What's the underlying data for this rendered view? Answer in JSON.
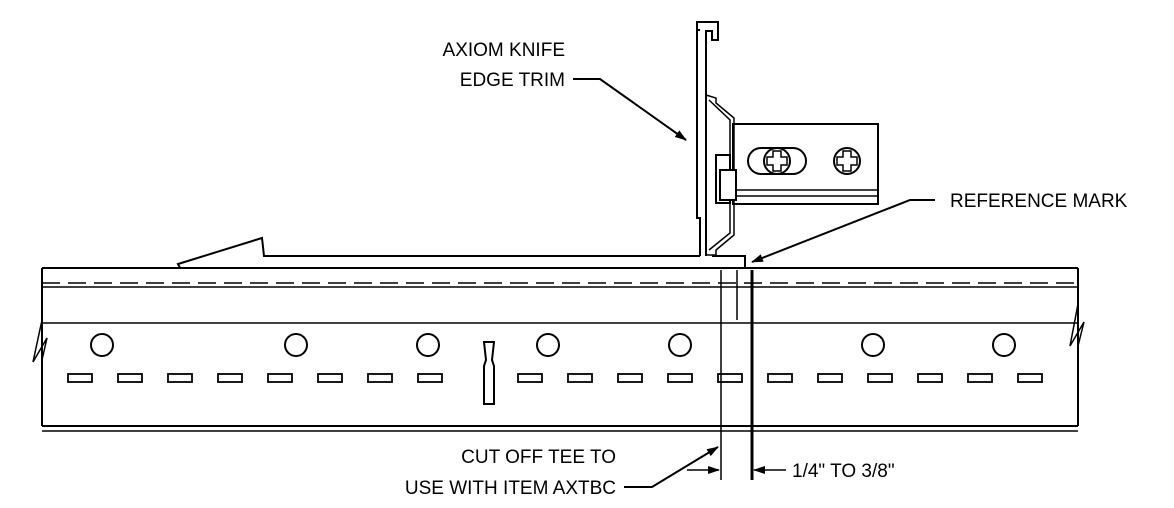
{
  "labels": {
    "trim_line1": "AXIOM KNIFE",
    "trim_line2": "EDGE TRIM",
    "reference_mark": "REFERENCE MARK",
    "cut_line1": "CUT OFF TEE TO",
    "cut_line2": "USE WITH ITEM AXTBC",
    "dimension": "1/4\" TO 3/8\""
  }
}
